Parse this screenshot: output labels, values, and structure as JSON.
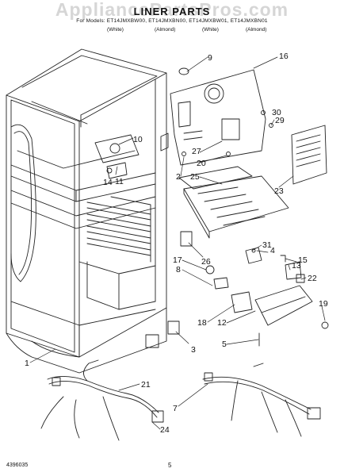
{
  "header": {
    "watermark": "AppliancePartsPros.com",
    "title": "LINER PARTS",
    "models": "For Models: ET14JMXBW00, ET14JMXBN00, ET14JMXBW01, ET14JMXBN01",
    "colors": [
      "(White)",
      "(Almond)",
      "(White)",
      "(Almond)"
    ]
  },
  "footer": {
    "doc_number": "4396035",
    "page": "5"
  },
  "callouts": [
    "1",
    "2",
    "3",
    "4",
    "5",
    "7",
    "8",
    "9",
    "10",
    "11",
    "12",
    "13",
    "14",
    "15",
    "16",
    "17",
    "18",
    "19",
    "20",
    "21",
    "22",
    "23",
    "24",
    "25",
    "26",
    "27",
    "29",
    "30",
    "31"
  ]
}
